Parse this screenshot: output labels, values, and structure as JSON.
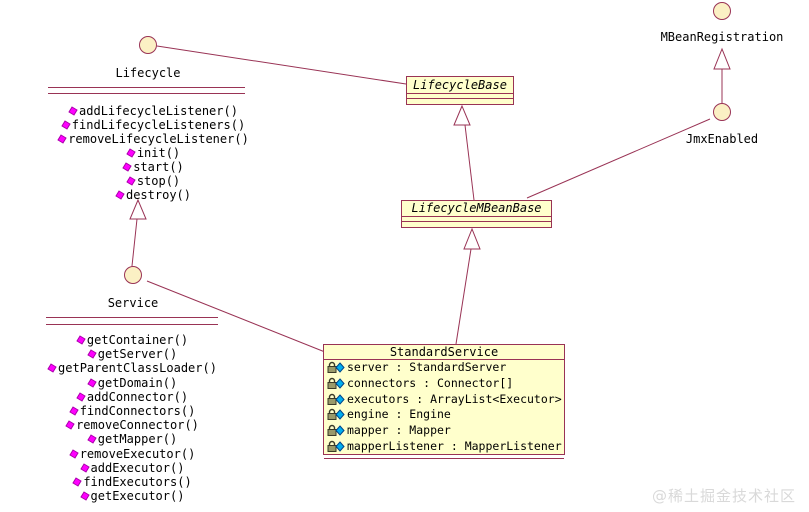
{
  "colors": {
    "line": "#993355",
    "fill": "#FFFFCC",
    "circle_fill": "#FBF0C4",
    "method_icon": "#FF00FF",
    "method_icon_edge": "#AA00AA",
    "attr_icon": "#00AEEF",
    "attr_icon_edge": "#004488",
    "lock_body": "#9a9a6a",
    "lock_edge": "#3a3a28",
    "watermark": "#D9D9D9"
  },
  "nodes": {
    "lifecycle": {
      "name": "Lifecycle",
      "methods": [
        "addLifecycleListener()",
        "findLifecycleListeners()",
        "removeLifecycleListener()",
        "init()",
        "start()",
        "stop()",
        "destroy()"
      ]
    },
    "service": {
      "name": "Service",
      "methods": [
        "getContainer()",
        "getServer()",
        "getParentClassLoader()",
        "getDomain()",
        "addConnector()",
        "findConnectors()",
        "removeConnector()",
        "getMapper()",
        "removeExecutor()",
        "addExecutor()",
        "findExecutors()",
        "getExecutor()"
      ]
    },
    "lifecycle_base": {
      "name": "LifecycleBase"
    },
    "lifecycle_mbean_base": {
      "name": "LifecycleMBeanBase"
    },
    "standard_service": {
      "name": "StandardService",
      "attributes": [
        "server : StandardServer",
        "connectors : Connector[]",
        "executors : ArrayList<Executor>",
        "engine : Engine",
        "mapper : Mapper",
        "mapperListener : MapperListener"
      ]
    },
    "mbean_registration": {
      "name": "MBeanRegistration"
    },
    "jmx_enabled": {
      "name": "JmxEnabled"
    }
  },
  "watermark": "@稀土掘金技术社区"
}
